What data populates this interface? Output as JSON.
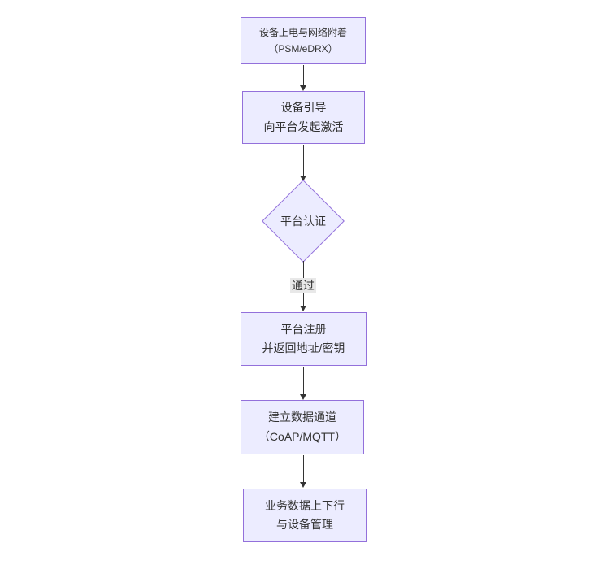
{
  "colors": {
    "background": "#ffffff",
    "node_fill": "#ececff",
    "node_border": "#9370db",
    "edge_color": "#333333",
    "edge_label_bg": "#e8e8e8",
    "text_color": "#333333"
  },
  "flowchart": {
    "nodes": [
      {
        "id": "n1",
        "shape": "rect",
        "lines": [
          "设备上电与网络附着",
          "（PSM/eDRX）"
        ]
      },
      {
        "id": "n2",
        "shape": "rect",
        "lines": [
          "设备引导",
          "向平台发起激活"
        ]
      },
      {
        "id": "n3",
        "shape": "diamond",
        "lines": [
          "平台认证"
        ]
      },
      {
        "id": "n4",
        "shape": "rect",
        "lines": [
          "平台注册",
          "并返回地址/密钥"
        ]
      },
      {
        "id": "n5",
        "shape": "rect",
        "lines": [
          "建立数据通道",
          "（CoAP/MQTT）"
        ]
      },
      {
        "id": "n6",
        "shape": "rect",
        "lines": [
          "业务数据上下行",
          "与设备管理"
        ]
      }
    ],
    "edges": [
      {
        "from": "n1",
        "to": "n2",
        "label": ""
      },
      {
        "from": "n2",
        "to": "n3",
        "label": ""
      },
      {
        "from": "n3",
        "to": "n4",
        "label": "通过"
      },
      {
        "from": "n4",
        "to": "n5",
        "label": ""
      },
      {
        "from": "n5",
        "to": "n6",
        "label": ""
      }
    ]
  }
}
